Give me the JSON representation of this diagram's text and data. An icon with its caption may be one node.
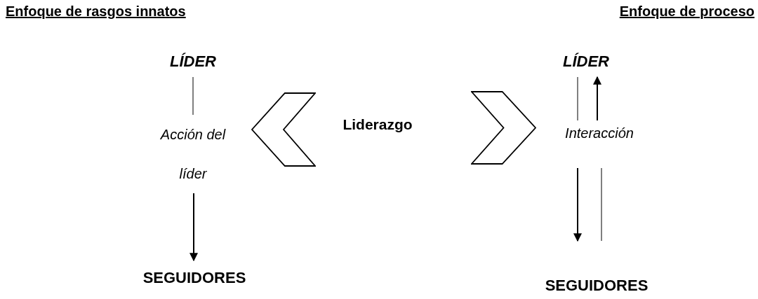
{
  "diagram": {
    "nodes": [
      {
        "text": [
          "LÍDER"
        ]
      },
      {
        "text": [
          "Acción del líder"
        ]
      },
      {
        "text": [
          "SEGUIDORES"
        ]
      },
      {
        "text": [
          "LÍDER"
        ]
      },
      {
        "text": [
          "Interacción"
        ]
      },
      {
        "text": [
          "SEGUIDORES"
        ]
      },
      {
        "text": [],
        "shape": "chevron"
      },
      {
        "text": [],
        "shape": "chevron"
      }
    ],
    "edges": [
      {
        "from": 0,
        "to": 1,
        "arrow": "none"
      },
      {
        "from": 1,
        "to": 2,
        "arrow": "to"
      },
      {
        "from": 3,
        "to": 4,
        "arrow": "none"
      },
      {
        "from": 4,
        "to": 3,
        "arrow": "to"
      },
      {
        "from": 4,
        "to": 5,
        "arrow": "to"
      },
      {
        "from": 4,
        "to": 5,
        "arrow": "none"
      }
    ],
    "labels": [
      "Enfoque de rasgos innatos",
      "Liderazgo",
      "Enfoque de proceso"
    ]
  }
}
